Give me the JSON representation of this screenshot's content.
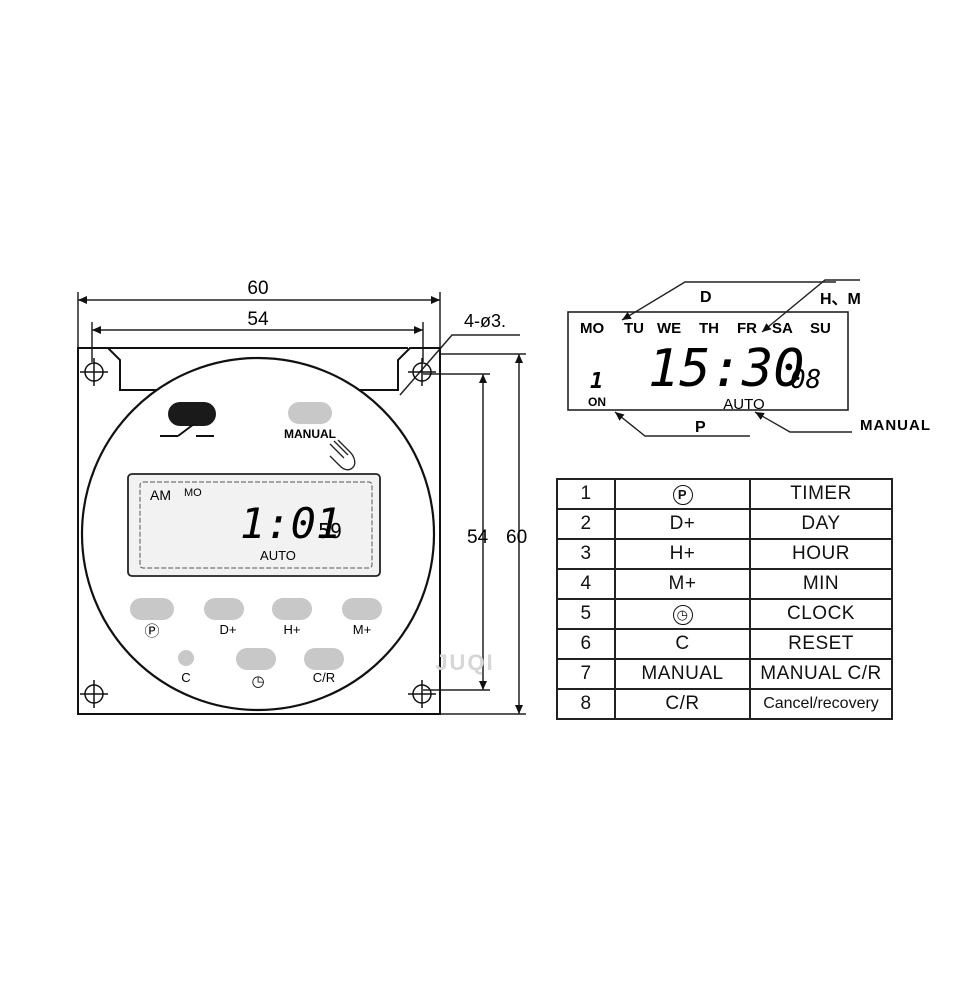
{
  "dimensions": {
    "overall_width": "60",
    "hole_spacing_width": "54",
    "hole_label": "4-ø3.",
    "hole_spacing_height": "54",
    "overall_height": "60"
  },
  "device": {
    "manual_label": "MANUAL",
    "lcd": {
      "ampm": "AM",
      "day": "MO",
      "time": "1:01",
      "seconds": "59",
      "mode": "AUTO"
    },
    "buttons": [
      {
        "label": "Ⓟ"
      },
      {
        "label": "D+"
      },
      {
        "label": "H+"
      },
      {
        "label": "M+"
      }
    ],
    "bottom_buttons": [
      {
        "label": "C"
      },
      {
        "label": "◷"
      },
      {
        "label": "C/R"
      }
    ],
    "watermark": "JUQI"
  },
  "detail_display": {
    "days": [
      "MO",
      "TU",
      "WE",
      "TH",
      "FR",
      "SA",
      "SU"
    ],
    "program_number": "1",
    "on_label": "ON",
    "time": "15:30",
    "seconds": "08",
    "mode": "AUTO",
    "callouts": {
      "d": "D",
      "hm": "H、M",
      "p": "P",
      "manual": "MANUAL"
    }
  },
  "legend": [
    {
      "num": "1",
      "key": "Ⓟ",
      "function": "TIMER"
    },
    {
      "num": "2",
      "key": "D+",
      "function": "DAY"
    },
    {
      "num": "3",
      "key": "H+",
      "function": "HOUR"
    },
    {
      "num": "4",
      "key": "M+",
      "function": "MIN"
    },
    {
      "num": "5",
      "key": "◷",
      "function": "CLOCK"
    },
    {
      "num": "6",
      "key": "C",
      "function": "RESET"
    },
    {
      "num": "7",
      "key": "MANUAL",
      "function": "MANUAL C/R"
    },
    {
      "num": "8",
      "key": "C/R",
      "function": "Cancel/recovery"
    }
  ]
}
